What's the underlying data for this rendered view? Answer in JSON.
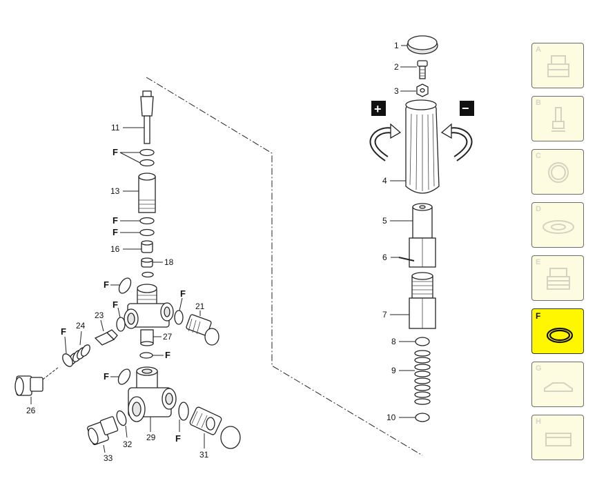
{
  "diagram": {
    "callouts": [
      {
        "id": "c1",
        "text": "1"
      },
      {
        "id": "c2",
        "text": "2"
      },
      {
        "id": "c3",
        "text": "3"
      },
      {
        "id": "c4",
        "text": "4"
      },
      {
        "id": "c5",
        "text": "5"
      },
      {
        "id": "c6",
        "text": "6"
      },
      {
        "id": "c7",
        "text": "7"
      },
      {
        "id": "c8",
        "text": "8"
      },
      {
        "id": "c9",
        "text": "9"
      },
      {
        "id": "c10",
        "text": "10"
      },
      {
        "id": "c11",
        "text": "11"
      },
      {
        "id": "c13",
        "text": "13"
      },
      {
        "id": "c16",
        "text": "16"
      },
      {
        "id": "c18",
        "text": "18"
      },
      {
        "id": "c21",
        "text": "21"
      },
      {
        "id": "c23",
        "text": "23"
      },
      {
        "id": "c24",
        "text": "24"
      },
      {
        "id": "c26",
        "text": "26"
      },
      {
        "id": "c27",
        "text": "27"
      },
      {
        "id": "c29",
        "text": "29"
      },
      {
        "id": "c31",
        "text": "31"
      },
      {
        "id": "c32",
        "text": "32"
      },
      {
        "id": "c33",
        "text": "33"
      }
    ],
    "seal_label": "F",
    "increase_symbol": "+",
    "decrease_symbol": "−"
  },
  "categories": [
    {
      "letter": "A",
      "icon": "pump-head-icon",
      "selected": false
    },
    {
      "letter": "B",
      "icon": "valve-stem-icon",
      "selected": false
    },
    {
      "letter": "C",
      "icon": "ring-icon",
      "selected": false
    },
    {
      "letter": "D",
      "icon": "gasket-icon",
      "selected": false
    },
    {
      "letter": "E",
      "icon": "fitting-icon",
      "selected": false
    },
    {
      "letter": "F",
      "icon": "o-ring-icon",
      "selected": true
    },
    {
      "letter": "G",
      "icon": "plate-icon",
      "selected": false
    },
    {
      "letter": "H",
      "icon": "block-icon",
      "selected": false
    }
  ]
}
